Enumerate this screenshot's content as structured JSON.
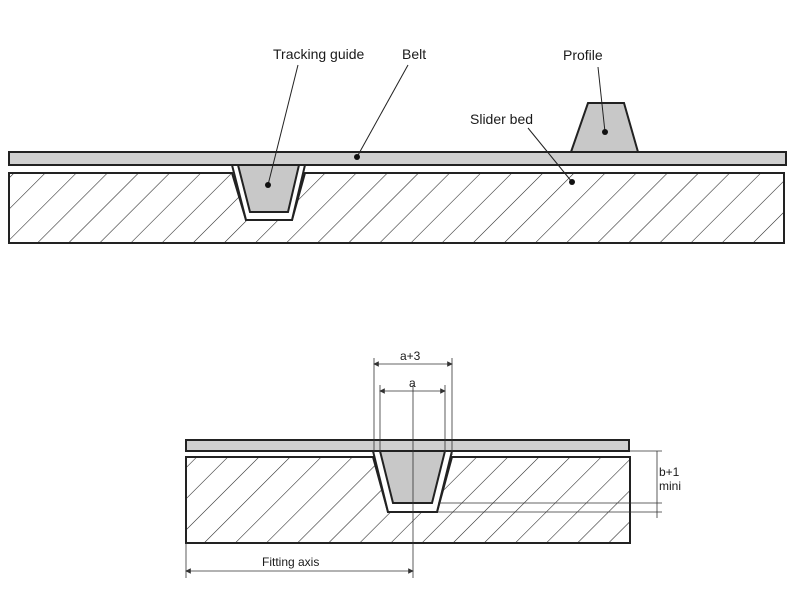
{
  "top_diagram": {
    "labels": {
      "tracking_guide": "Tracking guide",
      "belt": "Belt",
      "profile": "Profile",
      "slider_bed": "Slider bed"
    }
  },
  "bottom_diagram": {
    "labels": {
      "a_plus_3": "a+3",
      "a": "a",
      "b_plus_1": "b+1",
      "mini": "mini",
      "fitting_axis": "Fitting axis"
    }
  }
}
